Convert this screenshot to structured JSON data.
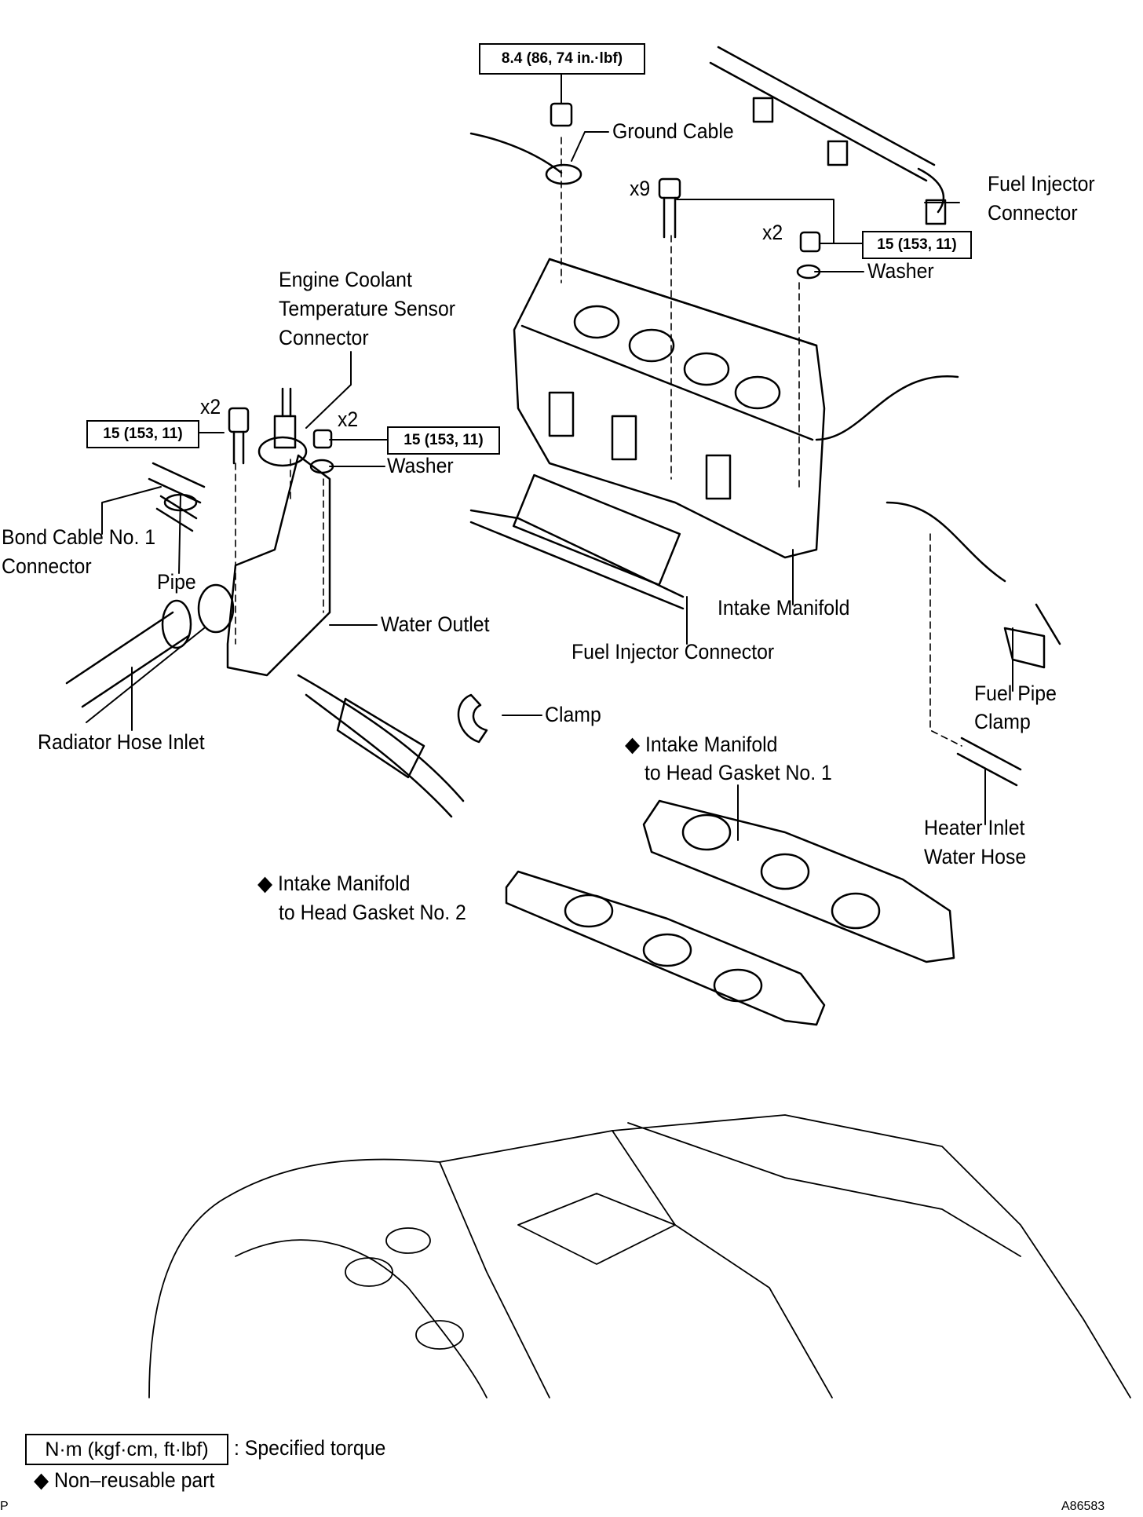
{
  "torques": {
    "ground_nut": "8.4 (86, 74 in.·lbf)",
    "manifold": "15 (153, 11)",
    "water_outlet_bolt": "15 (153, 11)",
    "water_outlet_nut": "15 (153, 11)"
  },
  "quantities": {
    "manifold_bolt": "x9",
    "manifold_nut": "x2",
    "outlet_bolt": "x2",
    "outlet_nut": "x2"
  },
  "labels": {
    "ground_cable": "Ground Cable",
    "fuel_injector_connector_top_1": "Fuel Injector",
    "fuel_injector_connector_top_2": "Connector",
    "washer_right": "Washer",
    "ect_1": "Engine Coolant",
    "ect_2": "Temperature Sensor",
    "ect_3": "Connector",
    "washer_middle": "Washer",
    "bond_1": "Bond Cable No. 1",
    "bond_2": "Connector",
    "pipe": "Pipe",
    "water_outlet": "Water Outlet",
    "radiator_hose": "Radiator Hose Inlet",
    "intake_manifold": "Intake Manifold",
    "fuel_injector_connector_mid": "Fuel Injector Connector",
    "clamp": "Clamp",
    "fuel_pipe_clamp_1": "Fuel Pipe",
    "fuel_pipe_clamp_2": "Clamp",
    "gasket1_1": "◆ Intake Manifold",
    "gasket1_2": "to Head Gasket No. 1",
    "heater_1": "Heater Inlet",
    "heater_2": "Water Hose",
    "gasket2_1": "◆ Intake Manifold",
    "gasket2_2": "to Head Gasket No. 2"
  },
  "legend": {
    "torque_unit": "N·m (kgf·cm, ft·lbf)",
    "torque_desc": ": Specified torque",
    "non_reusable": "◆ Non–reusable part"
  },
  "footer": {
    "left_mark": "P",
    "figure_id": "A86583"
  }
}
